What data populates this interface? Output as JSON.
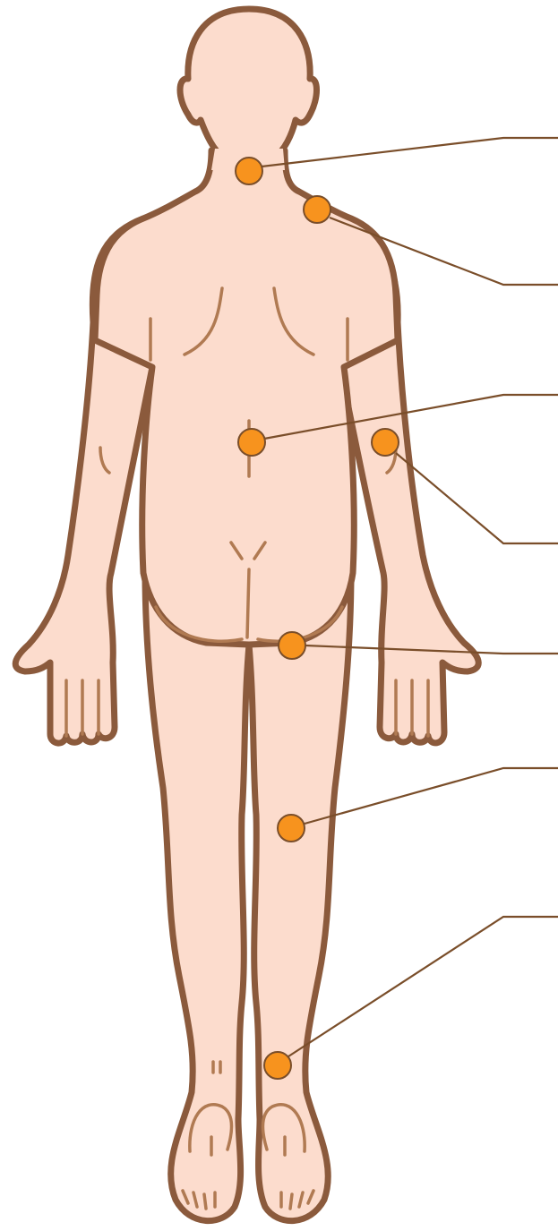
{
  "diagram": {
    "colors": {
      "skin": "#fcdccd",
      "outline": "#8b5a3c",
      "detail": "#b07a52",
      "leader": "#7a4e2a",
      "marker": "#f7931e",
      "marker_stroke": "#7a4e2a"
    },
    "markers": [
      {
        "id": "neck",
        "icon": "marker-dot-icon"
      },
      {
        "id": "shoulder",
        "icon": "marker-dot-icon"
      },
      {
        "id": "abdomen",
        "icon": "marker-dot-icon"
      },
      {
        "id": "elbow",
        "icon": "marker-dot-icon"
      },
      {
        "id": "buttock",
        "icon": "marker-dot-icon"
      },
      {
        "id": "knee",
        "icon": "marker-dot-icon"
      },
      {
        "id": "ankle",
        "icon": "marker-dot-icon"
      }
    ]
  }
}
